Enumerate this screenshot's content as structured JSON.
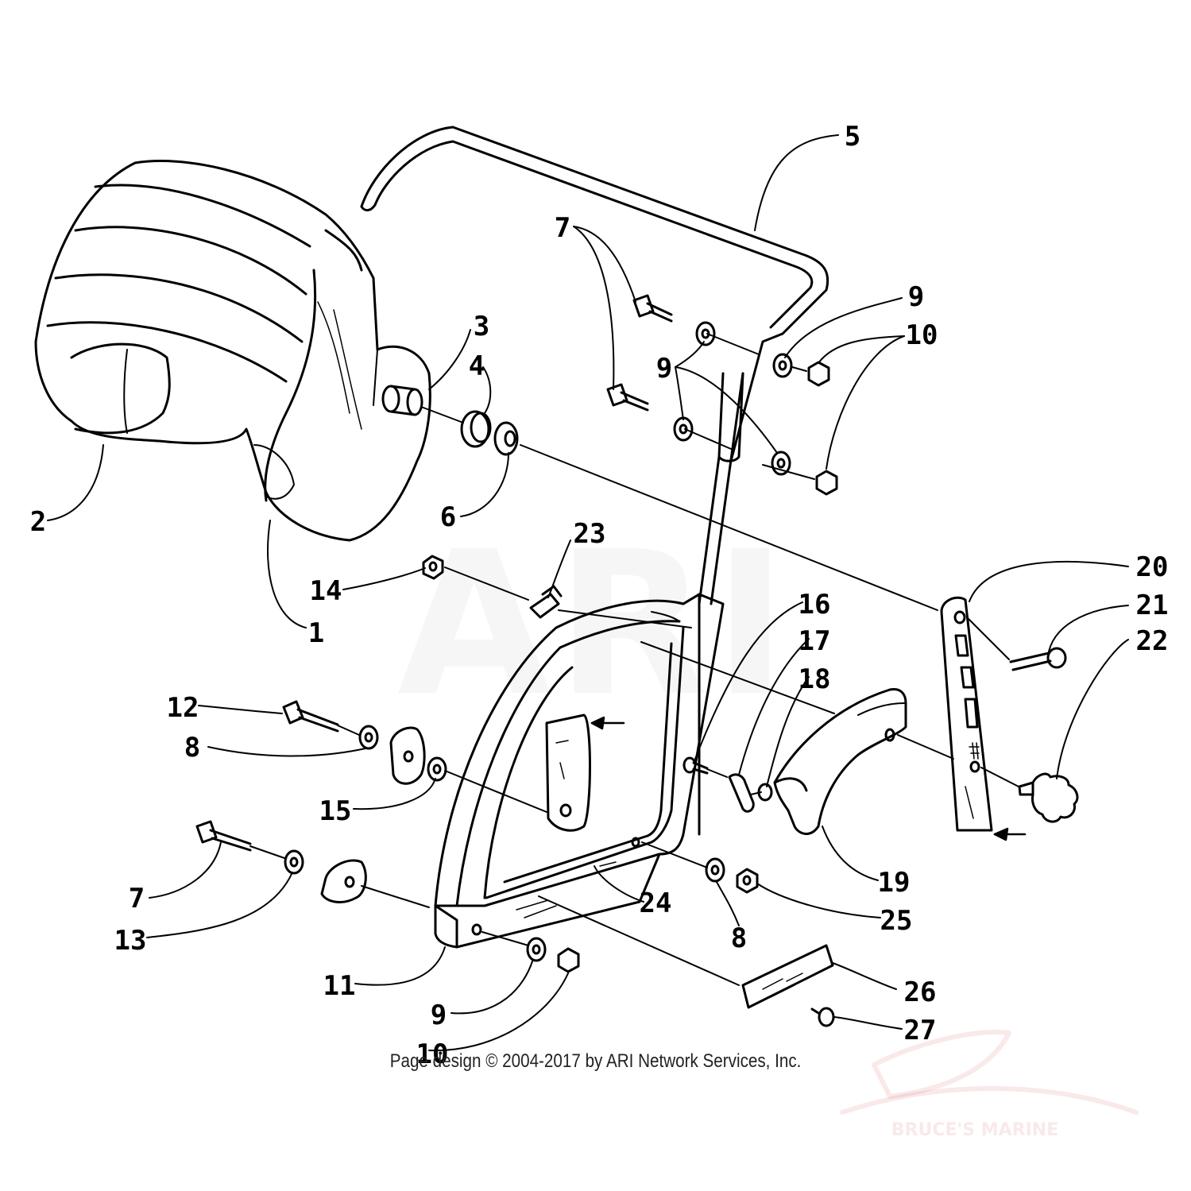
{
  "labels": [
    {
      "id": "1",
      "text": "1"
    },
    {
      "id": "2",
      "text": "2"
    },
    {
      "id": "3",
      "text": "3"
    },
    {
      "id": "4",
      "text": "4"
    },
    {
      "id": "5",
      "text": "5"
    },
    {
      "id": "6",
      "text": "6"
    },
    {
      "id": "7a",
      "text": "7"
    },
    {
      "id": "7b",
      "text": "7"
    },
    {
      "id": "8a",
      "text": "8"
    },
    {
      "id": "8b",
      "text": "8"
    },
    {
      "id": "9a",
      "text": "9"
    },
    {
      "id": "9b",
      "text": "9"
    },
    {
      "id": "9c",
      "text": "9"
    },
    {
      "id": "10a",
      "text": "10"
    },
    {
      "id": "10b",
      "text": "10"
    },
    {
      "id": "11",
      "text": "11"
    },
    {
      "id": "12",
      "text": "12"
    },
    {
      "id": "13",
      "text": "13"
    },
    {
      "id": "14",
      "text": "14"
    },
    {
      "id": "15",
      "text": "15"
    },
    {
      "id": "16",
      "text": "16"
    },
    {
      "id": "17",
      "text": "17"
    },
    {
      "id": "18",
      "text": "18"
    },
    {
      "id": "19",
      "text": "19"
    },
    {
      "id": "20",
      "text": "20"
    },
    {
      "id": "21",
      "text": "21"
    },
    {
      "id": "22",
      "text": "22"
    },
    {
      "id": "23",
      "text": "23"
    },
    {
      "id": "24",
      "text": "24"
    },
    {
      "id": "25",
      "text": "25"
    },
    {
      "id": "26",
      "text": "26"
    },
    {
      "id": "27",
      "text": "27"
    }
  ],
  "copyright": "Page design © 2004-2017 by ARI Network Services, Inc.",
  "watermark": {
    "letters": "ARI",
    "logo": "BRUCE'S MARINE"
  },
  "colors": {
    "ink": "#000000",
    "background": "#ffffff",
    "watermark": "#e6e6e6"
  }
}
